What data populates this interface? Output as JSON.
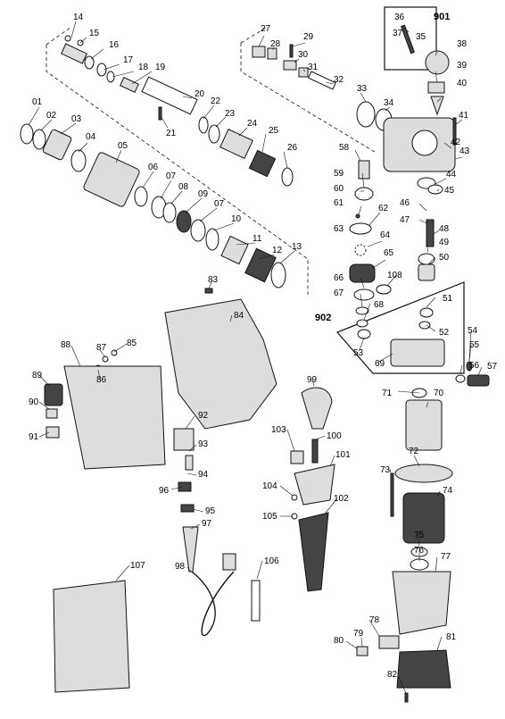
{
  "assemblies": [
    "901",
    "902"
  ],
  "labels": [
    "01",
    "02",
    "03",
    "04",
    "05",
    "06",
    "07",
    "08",
    "09",
    "07",
    "10",
    "11",
    "12",
    "13",
    "14",
    "15",
    "16",
    "17",
    "18",
    "19",
    "20",
    "21",
    "22",
    "23",
    "24",
    "25",
    "26",
    "27",
    "28",
    "29",
    "30",
    "31",
    "32",
    "33",
    "34",
    "35",
    "36",
    "37",
    "38",
    "39",
    "40",
    "41",
    "42",
    "43",
    "44",
    "45",
    "46",
    "47",
    "48",
    "49",
    "50",
    "51",
    "52",
    "53",
    "54",
    "55",
    "56",
    "57",
    "58",
    "59",
    "60",
    "61",
    "62",
    "63",
    "64",
    "65",
    "66",
    "67",
    "68",
    "69",
    "70",
    "71",
    "72",
    "73",
    "74",
    "75",
    "76",
    "77",
    "78",
    "79",
    "80",
    "81",
    "82",
    "83",
    "84",
    "85",
    "86",
    "87",
    "88",
    "89",
    "90",
    "91",
    "92",
    "93",
    "94",
    "95",
    "96",
    "97",
    "98",
    "99",
    "100",
    "101",
    "102",
    "103",
    "104",
    "105",
    "106",
    "107",
    "108"
  ]
}
